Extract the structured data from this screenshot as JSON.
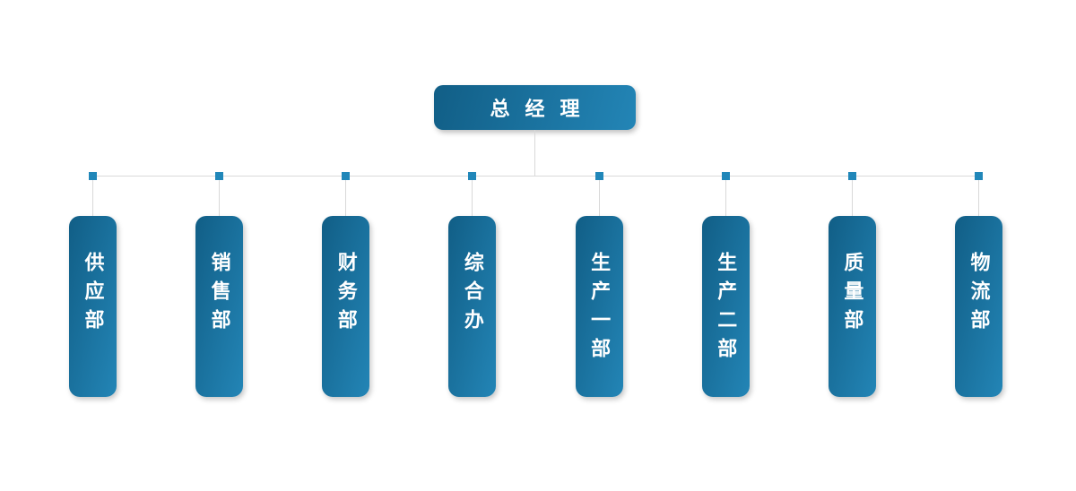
{
  "org_chart": {
    "type": "org-chart",
    "root": {
      "label": "总经理"
    },
    "departments": [
      {
        "label": "供应部"
      },
      {
        "label": "销售部"
      },
      {
        "label": "财务部"
      },
      {
        "label": "综合办"
      },
      {
        "label": "生产一部"
      },
      {
        "label": "生产二部"
      },
      {
        "label": "质量部"
      },
      {
        "label": "物流部"
      }
    ],
    "colors": {
      "gradient_dark": "#115e86",
      "gradient_light": "#2385b6",
      "junction": "#2187b9",
      "line": "#d9d9d9",
      "text": "#ffffff",
      "background": "#ffffff"
    }
  }
}
